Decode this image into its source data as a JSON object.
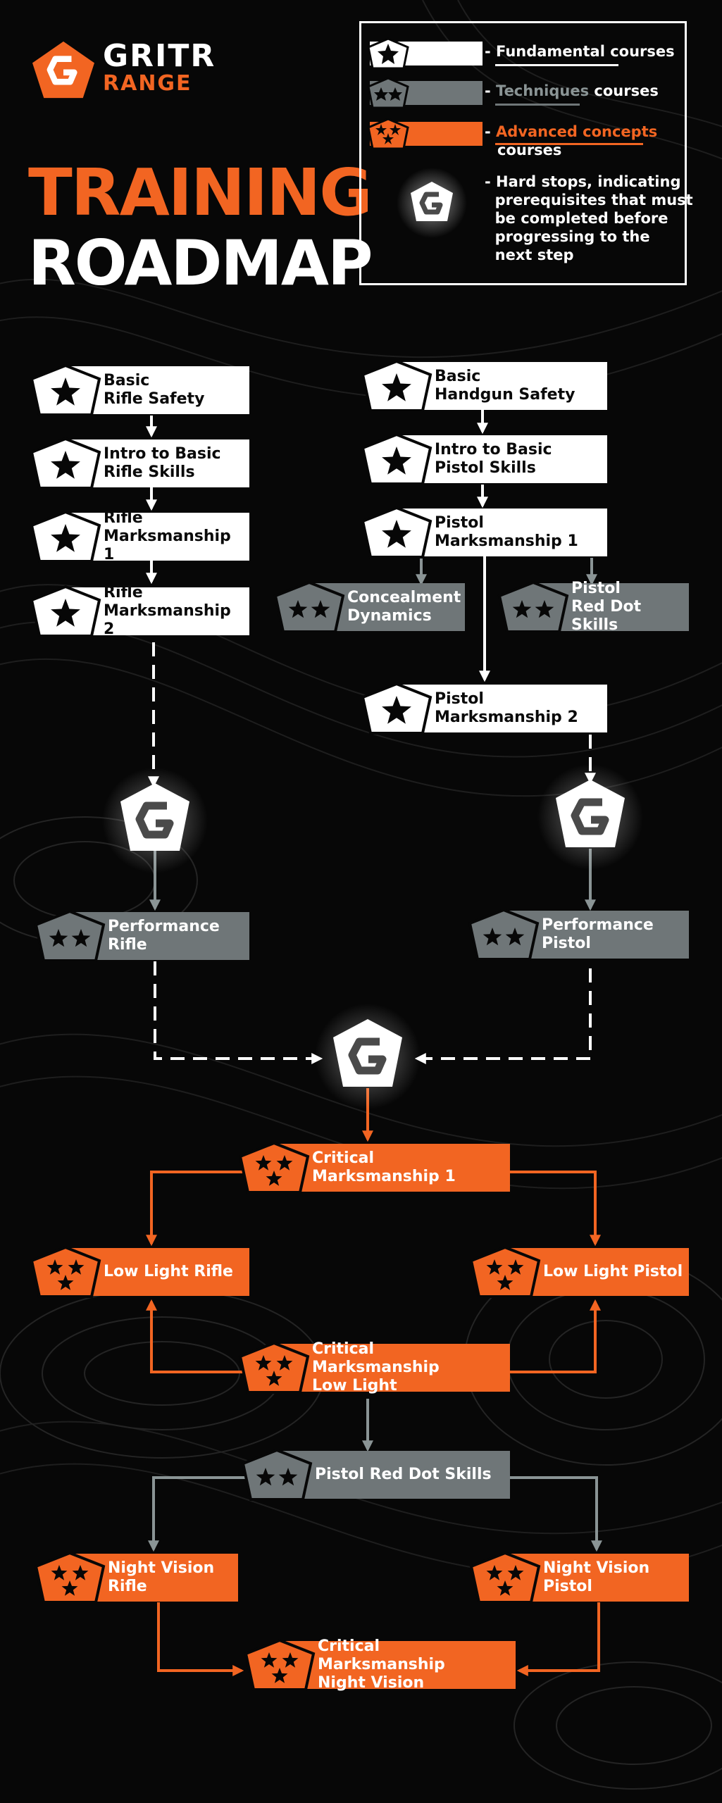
{
  "brand": {
    "name": "GRITR",
    "sub": "RANGE"
  },
  "title": {
    "line1": "TRAINING",
    "line2": "ROADMAP"
  },
  "legend": {
    "fundamental": {
      "pre": "- ",
      "label": "Fundamental courses"
    },
    "techniques": {
      "pre": "- ",
      "highlight": "Techniques",
      "rest": " courses"
    },
    "advanced": {
      "pre": "- ",
      "highlight": "Advanced concepts",
      "rest": "courses"
    },
    "hardstop": "- Hard stops, indicating\n  prerequisites that must\n  be completed before\n  progressing to the\n  next step"
  },
  "colors": {
    "accent": "#f26522",
    "gray": "#6f7678",
    "white": "#ffffff",
    "background": "#070707"
  },
  "icons": {
    "star": "star-icon",
    "hardstop": "gritr-g-icon"
  },
  "courses": {
    "basic_rifle_safety": "Basic\nRifle Safety",
    "intro_rifle_skills": "Intro to Basic\nRifle Skills",
    "rifle_marksmanship_1": "Rifle\nMarksmanship 1",
    "rifle_marksmanship_2": "Rifle\nMarksmanship 2",
    "basic_handgun_safety": "Basic\nHandgun Safety",
    "intro_pistol_skills": "Intro to Basic\nPistol Skills",
    "pistol_marksmanship_1": "Pistol\nMarksmanship 1",
    "concealment_dynamics": "Concealment\nDynamics",
    "pistol_red_dot_skills": "Pistol\nRed Dot Skills",
    "pistol_marksmanship_2": "Pistol\nMarksmanship 2",
    "performance_rifle": "Performance\nRifle",
    "performance_pistol": "Performance\nPistol",
    "critical_marksmanship_1": "Critical\nMarksmanship 1",
    "low_light_rifle": "Low Light Rifle",
    "low_light_pistol": "Low Light Pistol",
    "critical_marksmanship_low_light": "Critical Marksmanship\nLow Light",
    "pistol_red_dot_skills_advanced": "Pistol Red Dot Skills",
    "night_vision_rifle": "Night Vision\nRifle",
    "night_vision_pistol": "Night Vision\nPistol",
    "critical_marksmanship_night_vision": "Critical Marksmanship\nNight Vision"
  }
}
